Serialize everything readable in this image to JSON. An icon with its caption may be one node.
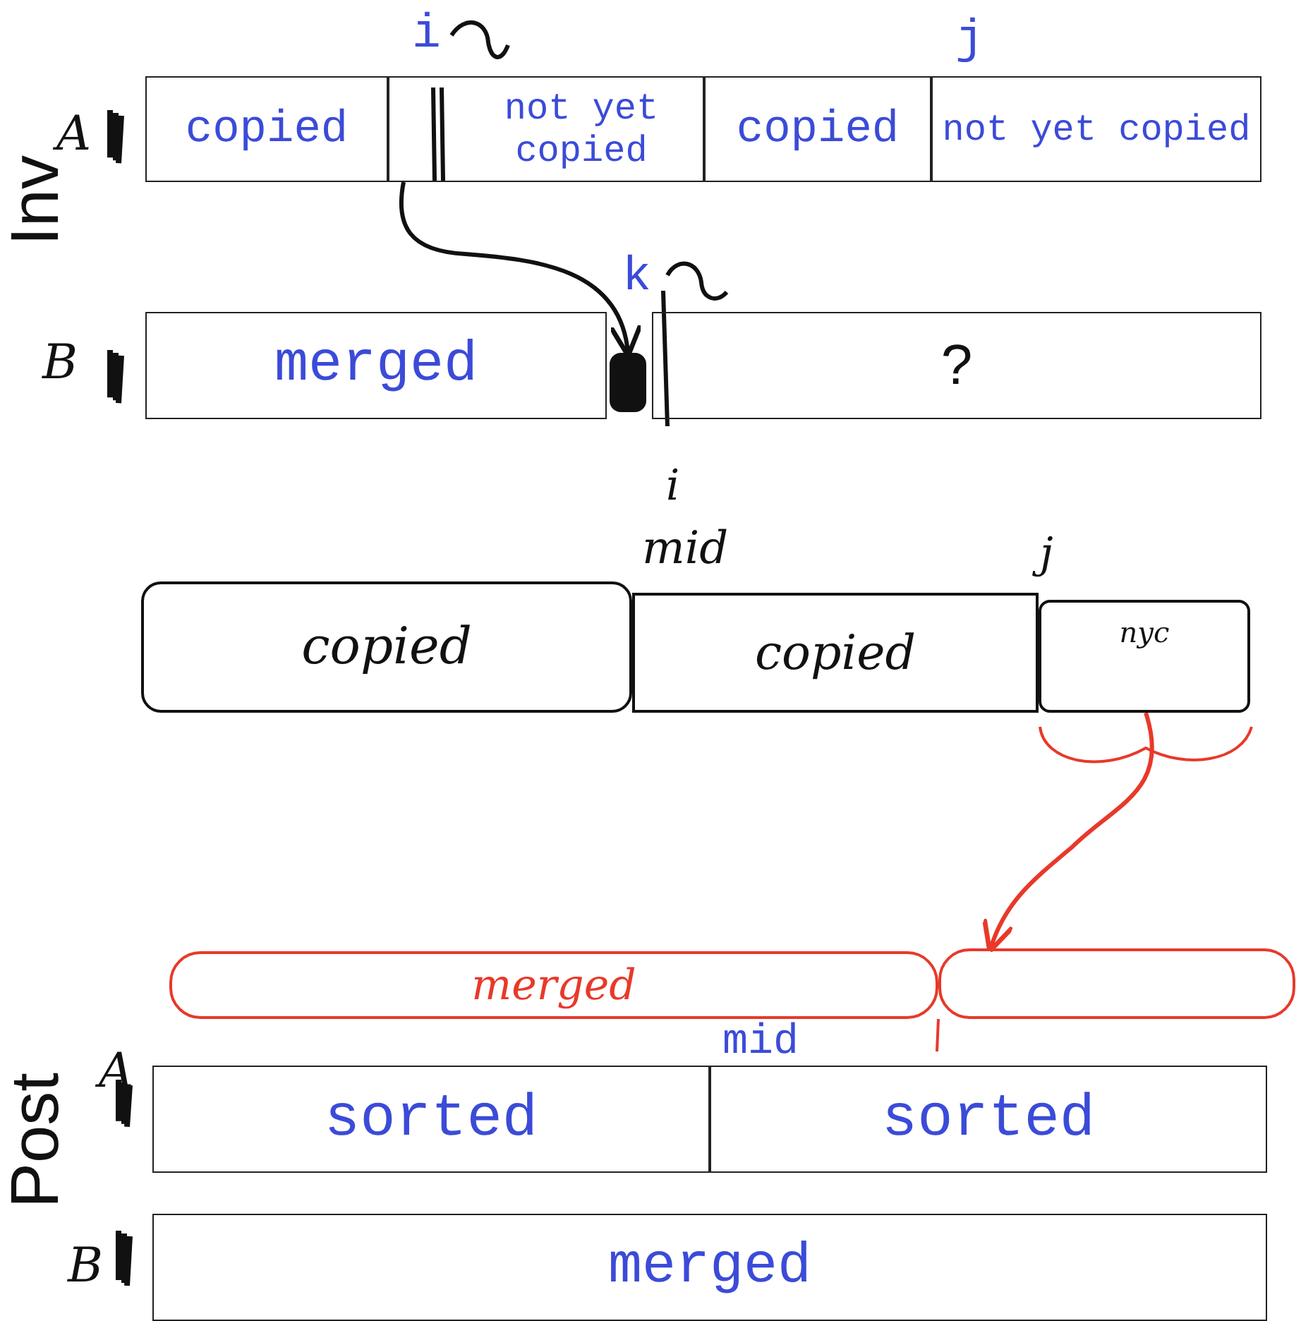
{
  "diagram": {
    "nodes": [
      {
        "text": [
          "copied"
        ]
      },
      {
        "text": [
          "not yet copied"
        ]
      },
      {
        "text": [
          "copied"
        ]
      },
      {
        "text": [
          "not yet copied"
        ]
      },
      {
        "text": [
          "merged"
        ]
      },
      {
        "text": [],
        "shape": "box"
      },
      {
        "text": [
          "?"
        ]
      },
      {
        "text": [
          "copied"
        ]
      },
      {
        "text": [
          "copied"
        ]
      },
      {
        "text": [
          "nyc"
        ]
      },
      {
        "text": [
          "merged"
        ]
      },
      {
        "text": [],
        "shape": "box"
      },
      {
        "text": [
          "sorted"
        ]
      },
      {
        "text": [
          "sorted"
        ]
      },
      {
        "text": [
          "merged"
        ]
      }
    ],
    "edges": [
      {
        "from": 1,
        "to": 5,
        "arrow": "to"
      },
      {
        "from": 9,
        "to": 11,
        "arrow": "to",
        "color": "#e8392a"
      }
    ],
    "labels": [
      "i",
      "j",
      "A",
      "Inv",
      "k",
      "B",
      "i",
      "mid",
      "j",
      "mid",
      "A",
      "Post",
      "B"
    ]
  }
}
